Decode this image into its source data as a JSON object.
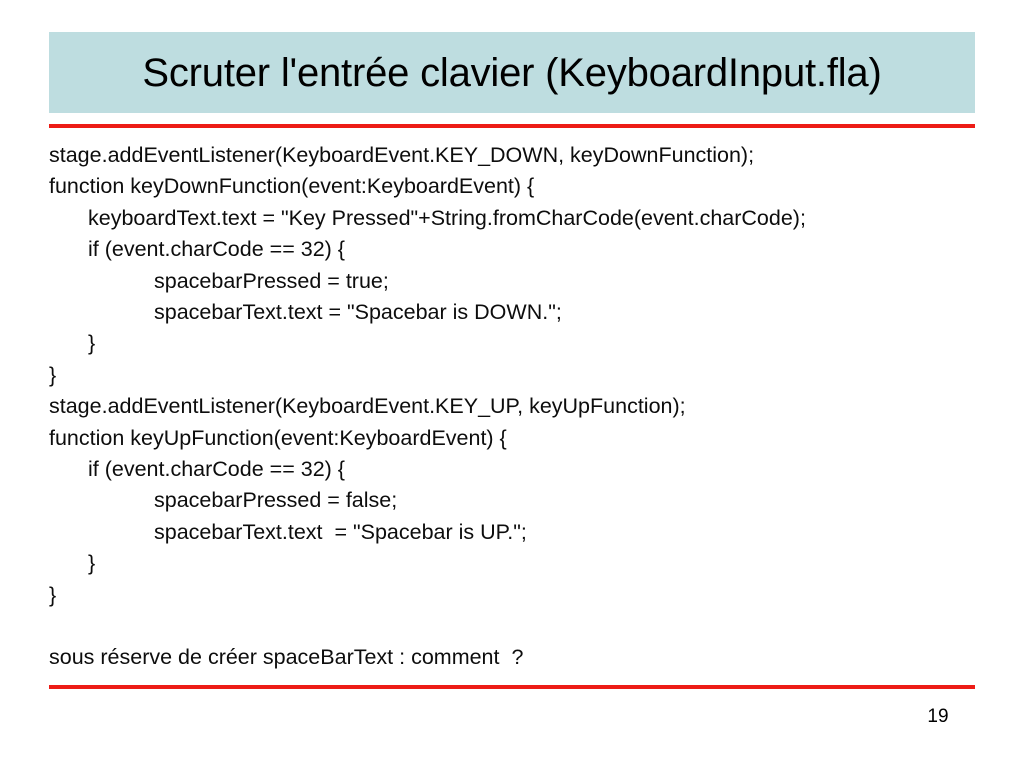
{
  "slide": {
    "title": "Scruter l'entrée clavier (KeyboardInput.fla)",
    "page_number": "19",
    "colors": {
      "title_band": "#bedde0",
      "rule": "#ed1c16",
      "text": "#000000",
      "background": "#ffffff"
    }
  },
  "body": {
    "lines": [
      {
        "indent": 0,
        "text": "stage.addEventListener(KeyboardEvent.KEY_DOWN, keyDownFunction);"
      },
      {
        "indent": 0,
        "text": "function keyDownFunction(event:KeyboardEvent) {"
      },
      {
        "indent": 1,
        "text": "keyboardText.text = \"Key Pressed\"+String.fromCharCode(event.charCode);"
      },
      {
        "indent": 1,
        "text": "if (event.charCode == 32) {"
      },
      {
        "indent": 2,
        "text": "spacebarPressed = true;"
      },
      {
        "indent": 2,
        "text": "spacebarText.text = \"Spacebar is DOWN.\";"
      },
      {
        "indent": 1,
        "text": "}"
      },
      {
        "indent": 0,
        "text": "}"
      },
      {
        "indent": 0,
        "text": "stage.addEventListener(KeyboardEvent.KEY_UP, keyUpFunction);"
      },
      {
        "indent": 0,
        "text": "function keyUpFunction(event:KeyboardEvent) {"
      },
      {
        "indent": 1,
        "text": "if (event.charCode == 32) {"
      },
      {
        "indent": 2,
        "text": "spacebarPressed = false;"
      },
      {
        "indent": 2,
        "text": "spacebarText.text  = \"Spacebar is UP.\";"
      },
      {
        "indent": 1,
        "text": "}"
      },
      {
        "indent": 0,
        "text": "}"
      },
      {
        "indent": 0,
        "text": ""
      },
      {
        "indent": 0,
        "text": "sous réserve de créer spaceBarText : comment  ?"
      }
    ]
  }
}
